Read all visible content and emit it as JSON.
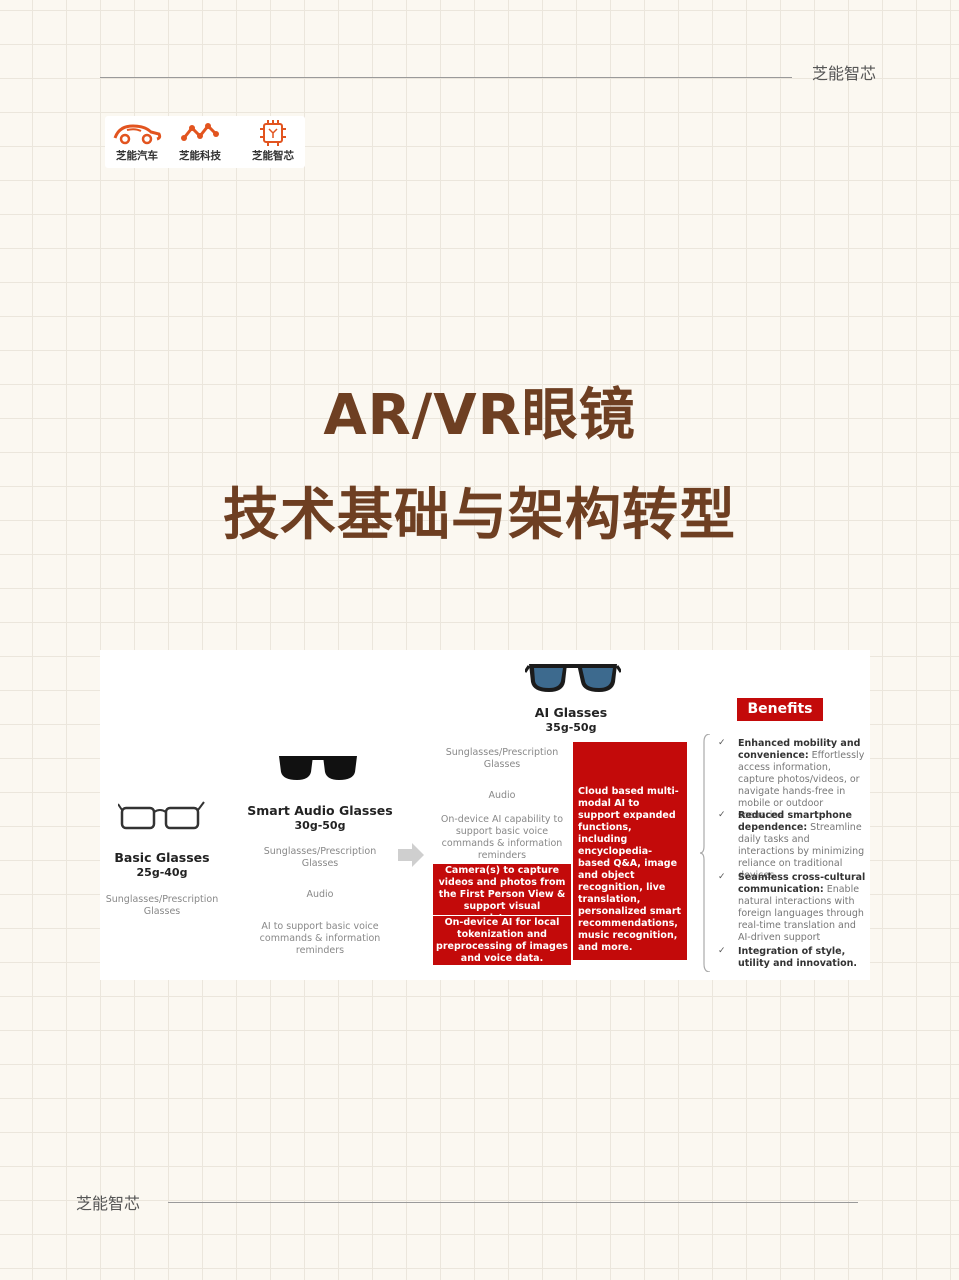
{
  "brand": "芝能智芯",
  "logos": [
    {
      "label": "芝能汽车",
      "icon": "car-logo-icon"
    },
    {
      "label": "芝能科技",
      "icon": "network-logo-icon"
    },
    {
      "label": "芝能智芯",
      "icon": "chip-logo-icon"
    }
  ],
  "title": {
    "line1": "AR/VR眼镜",
    "line2": "技术基础与架构转型"
  },
  "figure": {
    "basic": {
      "name": "Basic Glasses",
      "weight": "25g-40g",
      "features": [
        "Sunglasses/Prescription Glasses"
      ]
    },
    "audio": {
      "name": "Smart Audio Glasses",
      "weight": "30g-50g",
      "features": [
        "Sunglasses/Prescription Glasses",
        "Audio",
        "AI to support basic voice commands & information reminders"
      ]
    },
    "ai": {
      "name": "AI Glasses",
      "weight": "35g-50g",
      "features": [
        "Sunglasses/Prescription Glasses",
        "Audio",
        "On-device AI capability to support basic voice commands & information reminders"
      ],
      "camera": "Camera(s) to capture videos and photos from the First Person View & support visual assistance.",
      "ondevice": "On-device AI for local tokenization and preprocessing of images and voice data.",
      "cloud": "Cloud based multi-modal AI to support expanded functions, including encyclopedia-based Q&A, image and object recognition, live translation, personalized smart recommendations, music recognition, and more."
    },
    "benefits": {
      "heading": "Benefits",
      "items": [
        {
          "bold": "Enhanced mobility and convenience:",
          "text": " Effortlessly access information, capture photos/videos, or navigate hands-free in mobile or outdoor scenarios"
        },
        {
          "bold": "Reduced smartphone dependence:",
          "text": " Streamline daily tasks and interactions by minimizing reliance on traditional devices"
        },
        {
          "bold": "Seamless cross-cultural communication:",
          "text": " Enable natural interactions with foreign languages through real-time translation and AI-driven support"
        },
        {
          "bold": "Integration of style, utility and innovation.",
          "text": ""
        }
      ]
    },
    "colors": {
      "accent_red": "#c30a0a",
      "title_brown": "#6e3f22"
    }
  }
}
